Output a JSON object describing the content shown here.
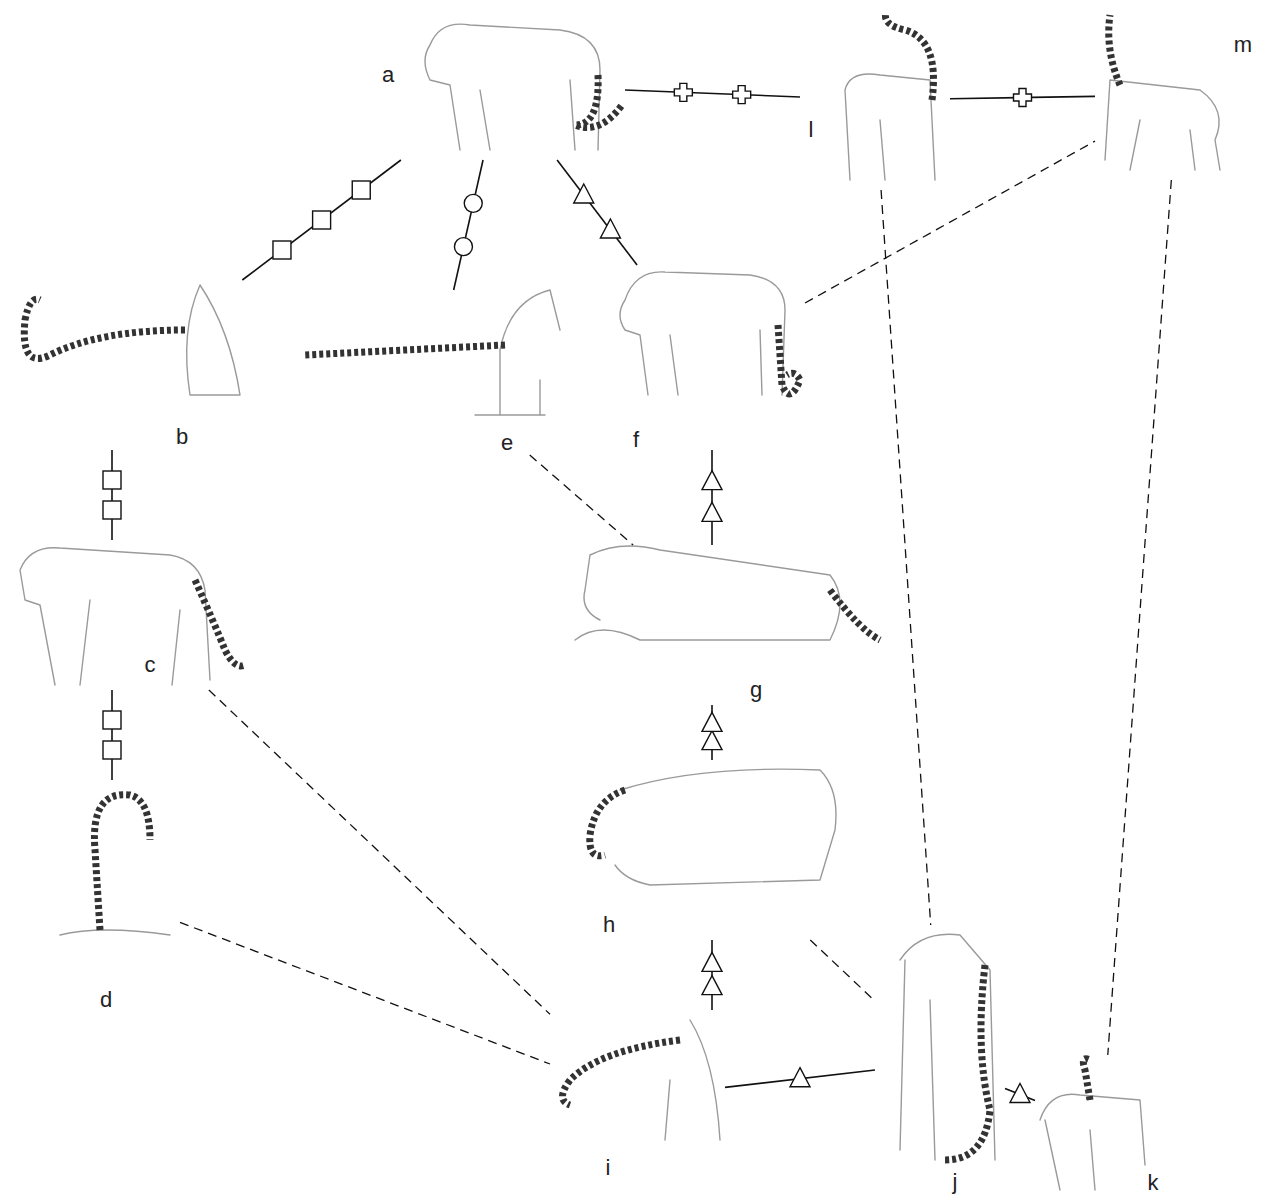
{
  "diagram": {
    "nodes": [
      {
        "text": [
          "a"
        ]
      },
      {
        "text": [
          "b"
        ]
      },
      {
        "text": [
          "c"
        ]
      },
      {
        "text": [
          "d"
        ]
      },
      {
        "text": [
          "e"
        ]
      },
      {
        "text": [
          "f"
        ]
      },
      {
        "text": [
          "g"
        ]
      },
      {
        "text": [
          "h"
        ]
      },
      {
        "text": [
          "i"
        ]
      },
      {
        "text": [
          "j"
        ]
      },
      {
        "text": [
          "k"
        ]
      },
      {
        "text": [
          "l"
        ]
      },
      {
        "text": [
          "m"
        ]
      }
    ],
    "edges": [
      {
        "from": 0,
        "to": 1,
        "arrow": "none"
      },
      {
        "from": 1,
        "to": 2,
        "arrow": "none"
      },
      {
        "from": 2,
        "to": 3,
        "arrow": "none"
      },
      {
        "from": 0,
        "to": 4,
        "arrow": "none"
      },
      {
        "from": 0,
        "to": 5,
        "arrow": "none"
      },
      {
        "from": 6,
        "to": 5,
        "arrow": "none"
      },
      {
        "from": 7,
        "to": 6,
        "arrow": "none"
      },
      {
        "from": 8,
        "to": 7,
        "arrow": "none"
      },
      {
        "from": 8,
        "to": 9,
        "arrow": "none"
      },
      {
        "from": 9,
        "to": 10,
        "arrow": "none"
      },
      {
        "from": 0,
        "to": 11,
        "arrow": "none"
      },
      {
        "from": 11,
        "to": 12,
        "arrow": "none"
      },
      {
        "from": 4,
        "to": 6,
        "arrow": "none"
      },
      {
        "from": 5,
        "to": 12,
        "arrow": "none"
      },
      {
        "from": 11,
        "to": 9,
        "arrow": "none"
      },
      {
        "from": 12,
        "to": 10,
        "arrow": "none"
      },
      {
        "from": 7,
        "to": 9,
        "arrow": "none"
      },
      {
        "from": 2,
        "to": 8,
        "arrow": "none"
      },
      {
        "from": 3,
        "to": 8,
        "arrow": "none"
      }
    ]
  }
}
